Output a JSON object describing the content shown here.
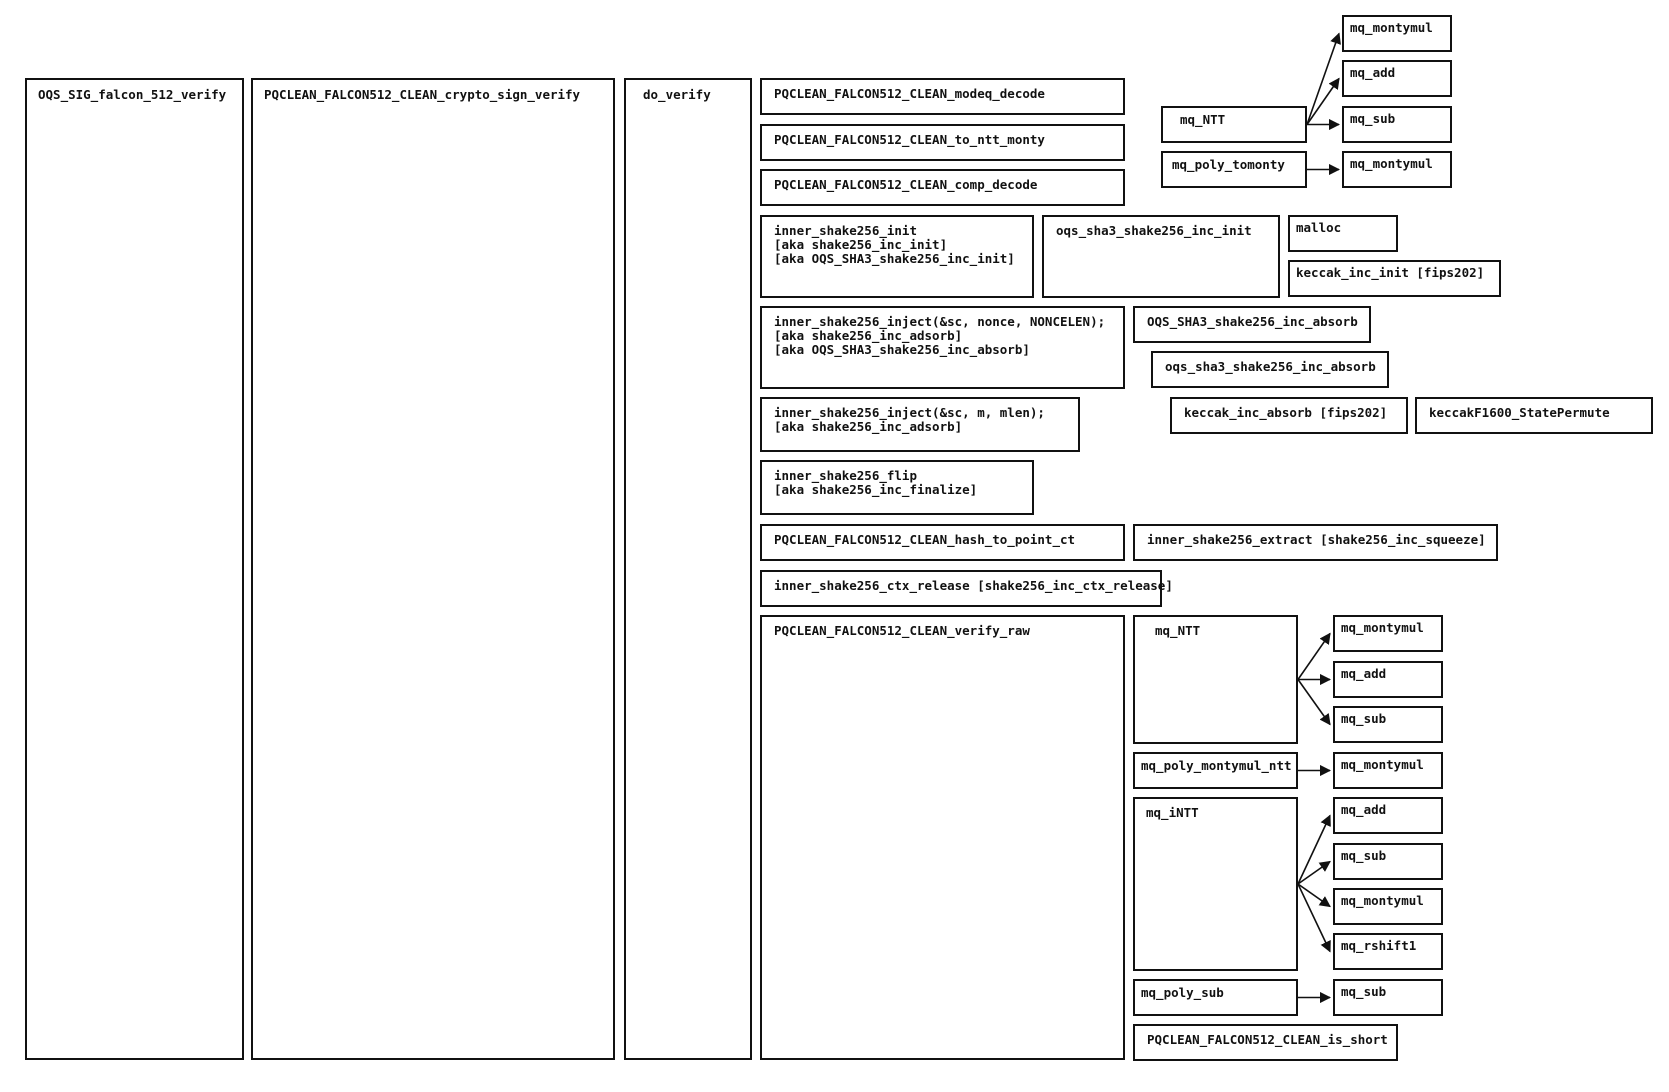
{
  "diagram": {
    "nodes": {
      "oqs_sig_verify": "OQS_SIG_falcon_512_verify",
      "crypto_sign_verify": "PQCLEAN_FALCON512_CLEAN_crypto_sign_verify",
      "do_verify": "do_verify",
      "modq_decode": "PQCLEAN_FALCON512_CLEAN_modeq_decode",
      "to_ntt_monty": "PQCLEAN_FALCON512_CLEAN_to_ntt_monty",
      "comp_decode": "PQCLEAN_FALCON512_CLEAN_comp_decode",
      "shake_init": "inner_shake256_init\n[aka shake256_inc_init]\n[aka OQS_SHA3_shake256_inc_init]",
      "sha3_inc_init": "oqs_sha3_shake256_inc_init",
      "malloc": "malloc",
      "keccak_inc_init": "keccak_inc_init [fips202]",
      "shake_inject_nonce": "inner_shake256_inject(&sc, nonce, NONCELEN);\n[aka shake256_inc_adsorb]\n[aka OQS_SHA3_shake256_inc_absorb]",
      "OQS_sha3_inc_absorb": "OQS_SHA3_shake256_inc_absorb",
      "oqs_sha3_inc_absorb": "oqs_sha3_shake256_inc_absorb",
      "shake_inject_m": "inner_shake256_inject(&sc, m, mlen);\n[aka shake256_inc_adsorb]",
      "keccak_inc_absorb": "keccak_inc_absorb [fips202]",
      "keccakF1600": "keccakF1600_StatePermute",
      "shake_flip": "inner_shake256_flip\n[aka shake256_inc_finalize]",
      "hash_to_point": "PQCLEAN_FALCON512_CLEAN_hash_to_point_ct",
      "shake_extract": "inner_shake256_extract [shake256_inc_squeeze]",
      "ctx_release": "inner_shake256_ctx_release [shake256_inc_ctx_release]",
      "verify_raw": "PQCLEAN_FALCON512_CLEAN_verify_raw",
      "mq_NTT": "mq_NTT",
      "mq_poly_montymul_ntt": "mq_poly_montymul_ntt",
      "mq_iNTT": "mq_iNTT",
      "mq_poly_sub": "mq_poly_sub",
      "is_short": "PQCLEAN_FALCON512_CLEAN_is_short",
      "top_mq_NTT": "mq_NTT",
      "mq_poly_tomonty": "mq_poly_tomonty",
      "t_montymul": "mq_montymul",
      "t_add": "mq_add",
      "t_sub": "mq_sub",
      "t_tomonty_montymul": "mq_montymul",
      "n_montymul": "mq_montymul",
      "n_add": "mq_add",
      "n_sub": "mq_sub",
      "pm_montymul": "mq_montymul",
      "i_add": "mq_add",
      "i_sub": "mq_sub",
      "i_montymul": "mq_montymul",
      "i_rshift1": "mq_rshift1",
      "ps_sub": "mq_sub"
    },
    "edges": [
      [
        "top_mq_NTT",
        "t_montymul"
      ],
      [
        "top_mq_NTT",
        "t_add"
      ],
      [
        "top_mq_NTT",
        "t_sub"
      ],
      [
        "mq_poly_tomonty",
        "t_tomonty_montymul"
      ],
      [
        "mq_NTT",
        "n_montymul"
      ],
      [
        "mq_NTT",
        "n_add"
      ],
      [
        "mq_NTT",
        "n_sub"
      ],
      [
        "mq_poly_montymul_ntt",
        "pm_montymul"
      ],
      [
        "mq_iNTT",
        "i_add"
      ],
      [
        "mq_iNTT",
        "i_sub"
      ],
      [
        "mq_iNTT",
        "i_montymul"
      ],
      [
        "mq_iNTT",
        "i_rshift1"
      ],
      [
        "mq_poly_sub",
        "ps_sub"
      ]
    ]
  }
}
